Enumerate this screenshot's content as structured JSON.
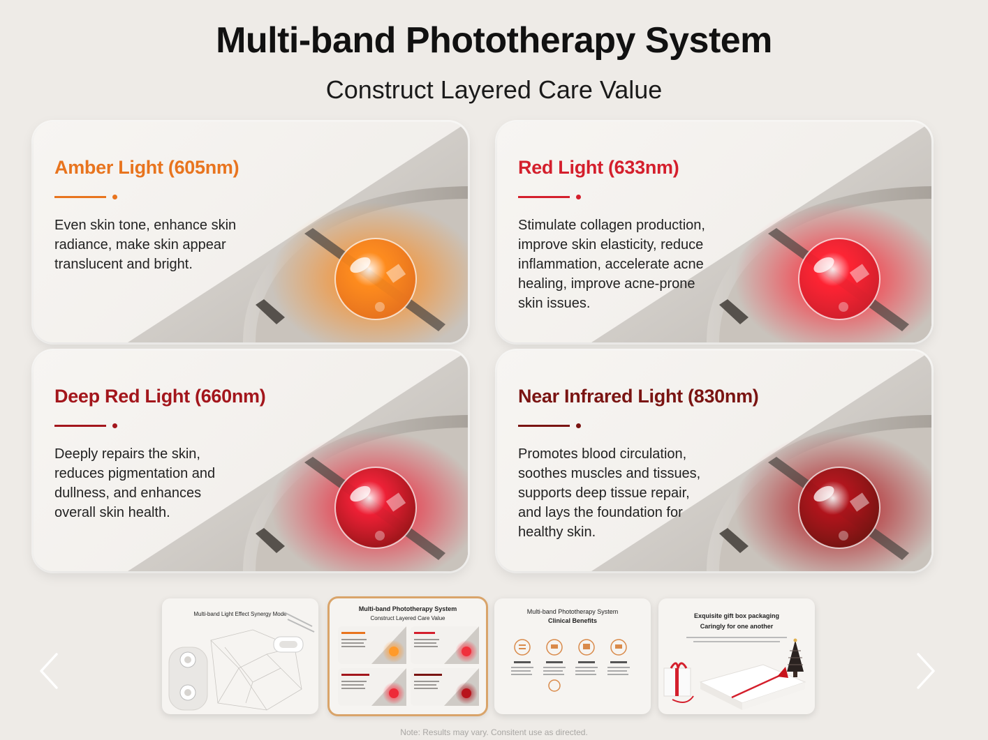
{
  "header": {
    "title": "Multi-band Phototherapy System",
    "subtitle": "Construct Layered Care Value"
  },
  "cards": [
    {
      "title": "Amber Light (605nm)",
      "description": "Even skin tone, enhance skin radiance, make skin appear translucent and bright.",
      "accent": "#e8741e",
      "glow": "#ff8a1a"
    },
    {
      "title": "Red Light (633nm)",
      "description": "Stimulate collagen production, improve skin elasticity, reduce inflammation, accelerate acne healing, improve acne-prone skin issues.",
      "accent": "#d41f2c",
      "glow": "#ff2030"
    },
    {
      "title": "Deep Red Light (660nm)",
      "description": "Deeply repairs the skin, reduces pigmentation and dullness, and enhances overall skin health.",
      "accent": "#a3161c",
      "glow": "#ee1c32"
    },
    {
      "title": "Near Infrared Light (830nm)",
      "description": "Promotes blood circulation, soothes muscles and tissues, supports deep tissue repair, and lays the foundation for healthy skin.",
      "accent": "#7a1412",
      "glow": "#b01018"
    }
  ],
  "thumbnails": [
    {
      "title": "Multi-band Light Effect Synergy Mode",
      "subtitle": ""
    },
    {
      "title": "Multi-band Phototherapy System",
      "subtitle": "Construct Layered Care Value"
    },
    {
      "title": "Multi-band Phototherapy System",
      "subtitle": "Clinical Benefits"
    },
    {
      "title": "Exquisite gift box packaging",
      "subtitle": "Caringly for one another"
    }
  ],
  "footer": {
    "note": "Note: Results may vary. Consitent use as directed."
  }
}
